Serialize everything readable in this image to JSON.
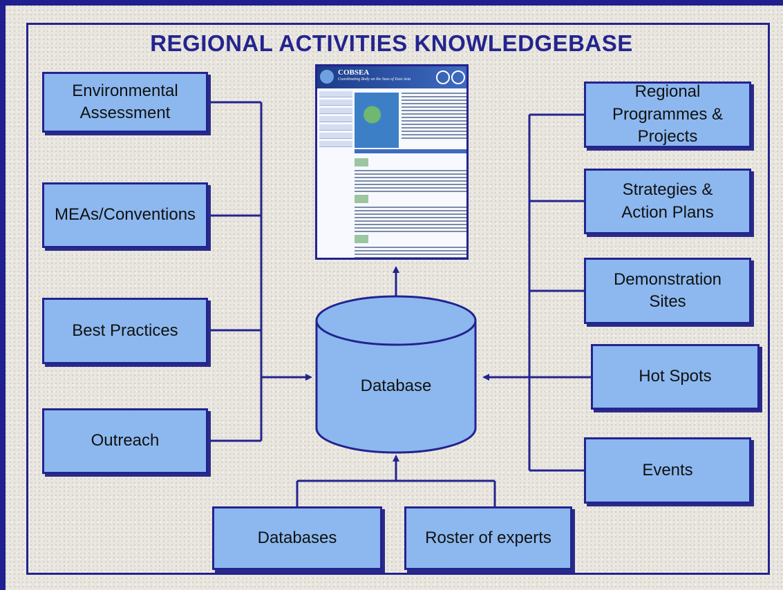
{
  "title": "REGIONAL ACTIVITIES KNOWLEDGEBASE",
  "left_boxes": [
    "Environmental\nAssessment",
    "MEAs/Conventions",
    "Best Practices",
    "Outreach"
  ],
  "right_boxes": [
    "Regional\nProgrammes &\nProjects",
    "Strategies &\nAction Plans",
    "Demonstration\nSites",
    "Hot Spots",
    "Events"
  ],
  "bottom_boxes": [
    "Databases",
    "Roster of experts"
  ],
  "center": "Database",
  "website": {
    "title": "COBSEA",
    "subtitle": "Coordinating Body on the Seas of East Asia"
  },
  "colors": {
    "box_fill": "#8cb8ef",
    "line": "#23238f",
    "title": "#24248f"
  }
}
